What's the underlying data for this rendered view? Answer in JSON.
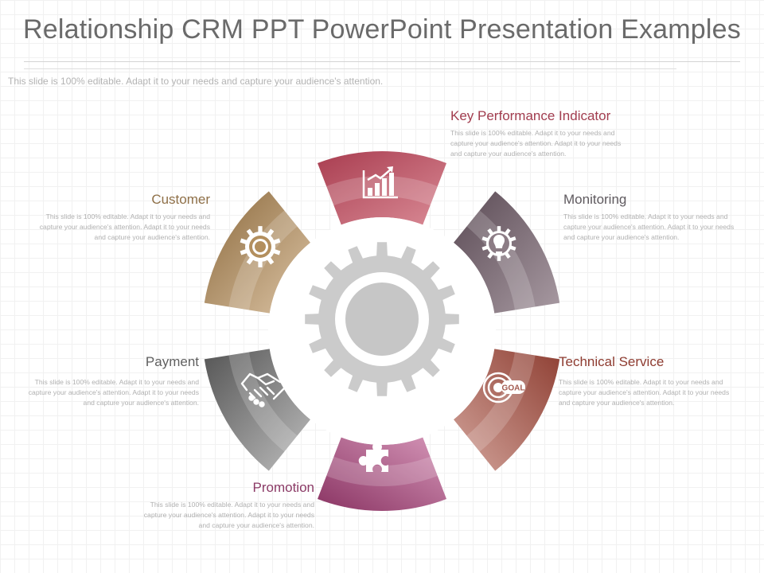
{
  "slide": {
    "title": "Relationship CRM PPT PowerPoint Presentation Examples",
    "subtitle": "This slide is 100% editable. Adapt it to your needs and capture your audience's attention."
  },
  "items": [
    {
      "label": "Key Performance Indicator",
      "text": "This slide is 100% editable. Adapt it to your needs and capture your audience's attention. Adapt it to your needs and capture your audience's attention.",
      "color": "#b84a5c",
      "icon": "bar-chart-icon"
    },
    {
      "label": "Monitoring",
      "text": "This slide is 100% editable. Adapt it to your needs and capture your audience's attention. Adapt it to your needs and capture your audience's attention.",
      "color": "#6d5e66",
      "icon": "lightbulb-gear-icon"
    },
    {
      "label": "Technical Service",
      "text": "This slide is 100% editable. Adapt it to your needs and capture your audience's attention. Adapt it to your needs and capture your audience's attention.",
      "color": "#a25a4f",
      "icon": "goal-target-icon",
      "icon_text": "GOAL"
    },
    {
      "label": "Promotion",
      "text": "This slide is 100% editable. Adapt it to your needs and capture your audience's attention. Adapt it to your needs and capture your audience's attention.",
      "color": "#9a4575",
      "icon": "puzzle-icon"
    },
    {
      "label": "Payment",
      "text": "This slide is 100% editable. Adapt it to your needs and capture your audience's attention. Adapt it to your needs and capture your audience's attention.",
      "color": "#6e6e6e",
      "icon": "handshake-icon"
    },
    {
      "label": "Customer",
      "text": "This slide is 100% editable. Adapt it to your needs and capture your audience's attention. Adapt it to your needs and capture your audience's attention.",
      "color": "#9c7a4d",
      "icon": "gear-icon"
    }
  ],
  "center": {
    "icon": "large-gear-icon",
    "color": "#c9c9c9"
  }
}
